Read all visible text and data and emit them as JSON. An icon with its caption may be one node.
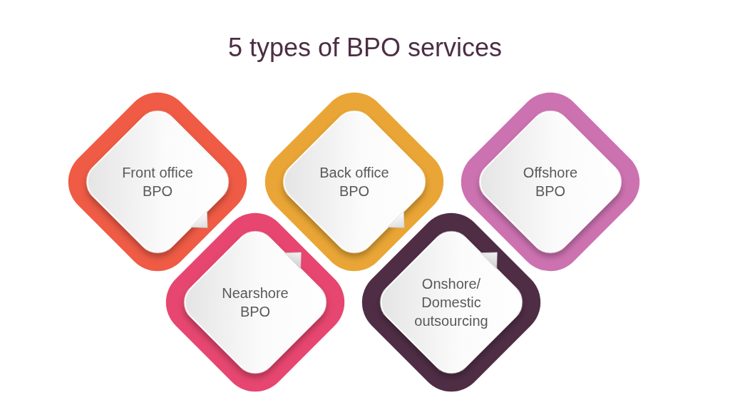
{
  "diagram": {
    "title": "5 types of BPO services",
    "nodes": [
      {
        "text": [
          "Front office BPO"
        ]
      },
      {
        "text": [
          "Back office BPO"
        ]
      },
      {
        "text": [
          "Offshore BPO"
        ]
      },
      {
        "text": [
          "Nearshore BPO"
        ]
      },
      {
        "text": [
          "Onshore/ Domestic outsourcing"
        ]
      }
    ]
  }
}
